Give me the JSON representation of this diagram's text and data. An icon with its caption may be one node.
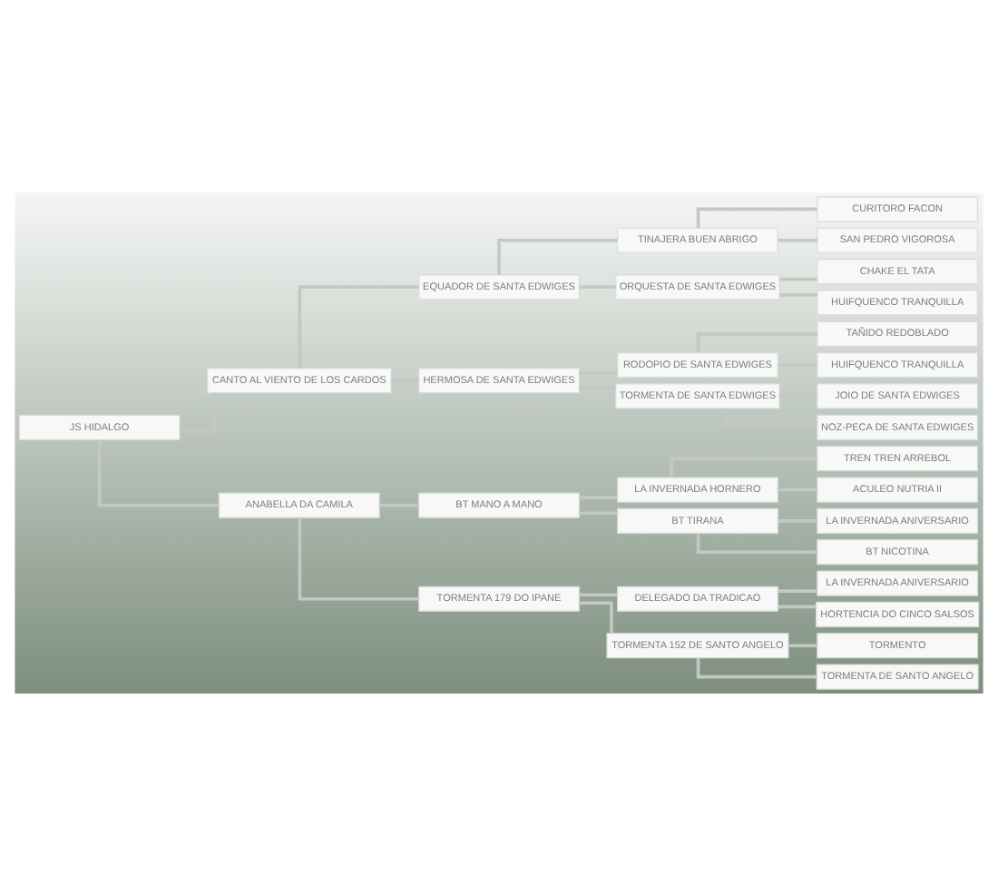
{
  "diagram": {
    "nodes": [
      {
        "text": [
          "JS HIDALGO"
        ]
      },
      {
        "text": [
          "CANTO AL VIENTO DE LOS CARDOS"
        ]
      },
      {
        "text": [
          "EQUADOR DE SANTA EDWIGES"
        ]
      },
      {
        "text": [
          "TINAJERA BUEN ABRIGO"
        ]
      },
      {
        "text": [
          "CURITORO FACON"
        ]
      },
      {
        "text": [
          "SAN PEDRO VIGOROSA"
        ]
      },
      {
        "text": [
          "ORQUESTA DE SANTA EDWIGES"
        ]
      },
      {
        "text": [
          "CHAKE EL TATA"
        ]
      },
      {
        "text": [
          "HUIFQUENCO TRANQUILLA"
        ]
      },
      {
        "text": [
          "HERMOSA DE SANTA EDWIGES"
        ]
      },
      {
        "text": [
          "RODOPIO DE SANTA EDWIGES"
        ]
      },
      {
        "text": [
          "TAÑIDO REDOBLADO"
        ]
      },
      {
        "text": [
          "HUIFQUENCO TRANQUILLA"
        ]
      },
      {
        "text": [
          "TORMENTA DE SANTA EDWIGES"
        ]
      },
      {
        "text": [
          "JOIO DE SANTA EDWIGES"
        ]
      },
      {
        "text": [
          "NOZ-PECA DE SANTA EDWIGES"
        ]
      },
      {
        "text": [
          "ANABELLA DA CAMILA"
        ]
      },
      {
        "text": [
          "BT MANO A MANO"
        ]
      },
      {
        "text": [
          "LA INVERNADA HORNERO"
        ]
      },
      {
        "text": [
          "TREN TREN ARREBOL"
        ]
      },
      {
        "text": [
          "ACULEO NUTRIA II"
        ]
      },
      {
        "text": [
          "BT TIRANA"
        ]
      },
      {
        "text": [
          "LA INVERNADA ANIVERSARIO"
        ]
      },
      {
        "text": [
          "BT NICOTINA"
        ]
      },
      {
        "text": [
          "TORMENTA 179 DO IPANE"
        ]
      },
      {
        "text": [
          "DELEGADO DA TRADICAO"
        ]
      },
      {
        "text": [
          "LA INVERNADA ANIVERSARIO"
        ]
      },
      {
        "text": [
          "HORTENCIA DO CINCO SALSOS"
        ]
      },
      {
        "text": [
          "TORMENTA 152 DE SANTO ANGELO"
        ]
      },
      {
        "text": [
          "TORMENTO"
        ]
      },
      {
        "text": [
          "TORMENTA DE SANTO ANGELO"
        ]
      }
    ],
    "edges": [
      {
        "from": 0,
        "to": 1,
        "arrow": "none"
      },
      {
        "from": 1,
        "to": 2,
        "arrow": "none"
      },
      {
        "from": 2,
        "to": 3,
        "arrow": "none"
      },
      {
        "from": 3,
        "to": 4,
        "arrow": "none"
      },
      {
        "from": 3,
        "to": 5,
        "arrow": "none"
      },
      {
        "from": 2,
        "to": 6,
        "arrow": "none"
      },
      {
        "from": 6,
        "to": 7,
        "arrow": "none"
      },
      {
        "from": 6,
        "to": 8,
        "arrow": "none"
      },
      {
        "from": 1,
        "to": 9,
        "arrow": "none"
      },
      {
        "from": 9,
        "to": 10,
        "arrow": "none"
      },
      {
        "from": 10,
        "to": 11,
        "arrow": "none"
      },
      {
        "from": 10,
        "to": 12,
        "arrow": "none"
      },
      {
        "from": 9,
        "to": 13,
        "arrow": "none"
      },
      {
        "from": 13,
        "to": 14,
        "arrow": "none"
      },
      {
        "from": 13,
        "to": 15,
        "arrow": "none"
      },
      {
        "from": 0,
        "to": 16,
        "arrow": "none"
      },
      {
        "from": 16,
        "to": 17,
        "arrow": "none"
      },
      {
        "from": 17,
        "to": 18,
        "arrow": "none"
      },
      {
        "from": 18,
        "to": 19,
        "arrow": "none"
      },
      {
        "from": 18,
        "to": 20,
        "arrow": "none"
      },
      {
        "from": 17,
        "to": 21,
        "arrow": "none"
      },
      {
        "from": 21,
        "to": 22,
        "arrow": "none"
      },
      {
        "from": 21,
        "to": 23,
        "arrow": "none"
      },
      {
        "from": 16,
        "to": 24,
        "arrow": "none"
      },
      {
        "from": 24,
        "to": 25,
        "arrow": "none"
      },
      {
        "from": 25,
        "to": 26,
        "arrow": "none"
      },
      {
        "from": 25,
        "to": 27,
        "arrow": "none"
      },
      {
        "from": 24,
        "to": 28,
        "arrow": "none"
      },
      {
        "from": 28,
        "to": 29,
        "arrow": "none"
      },
      {
        "from": 28,
        "to": 30,
        "arrow": "none"
      }
    ]
  }
}
